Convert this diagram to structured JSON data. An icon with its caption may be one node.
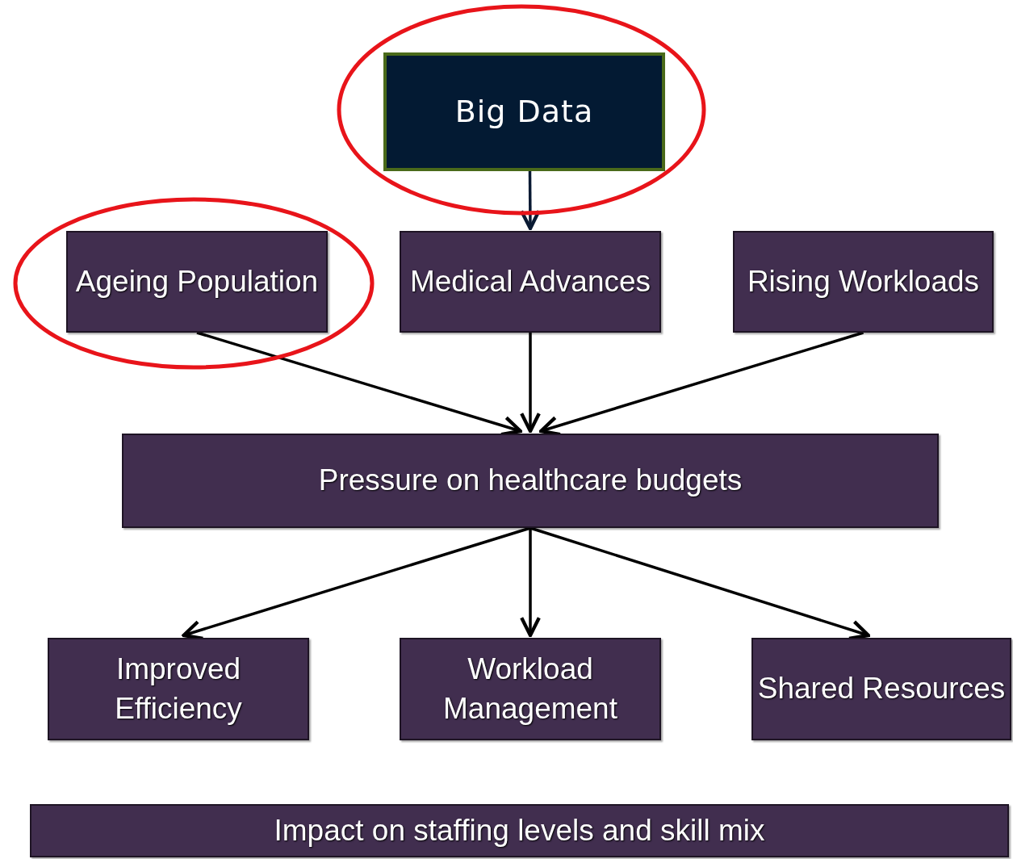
{
  "diagram": {
    "nodes": [
      {
        "text": [
          "Big Data"
        ]
      },
      {
        "text": [
          "Ageing Population"
        ]
      },
      {
        "text": [
          "Medical Advances"
        ]
      },
      {
        "text": [
          "Rising Workloads"
        ]
      },
      {
        "text": [
          "Pressure on healthcare budgets"
        ]
      },
      {
        "text": [
          "Improved Efficiency"
        ]
      },
      {
        "text": [
          "Workload Management"
        ]
      },
      {
        "text": [
          "Shared Resources"
        ]
      },
      {
        "text": [
          "Impact on staffing levels and skill mix"
        ]
      }
    ],
    "edges": [
      {
        "from": 0,
        "to": 2,
        "arrow": "to",
        "color": "#0a1a33"
      },
      {
        "from": 1,
        "to": 4,
        "arrow": "to"
      },
      {
        "from": 2,
        "to": 4,
        "arrow": "to"
      },
      {
        "from": 3,
        "to": 4,
        "arrow": "to"
      },
      {
        "from": 4,
        "to": 5,
        "arrow": "to"
      },
      {
        "from": 4,
        "to": 6,
        "arrow": "to"
      },
      {
        "from": 4,
        "to": 7,
        "arrow": "to"
      }
    ]
  }
}
